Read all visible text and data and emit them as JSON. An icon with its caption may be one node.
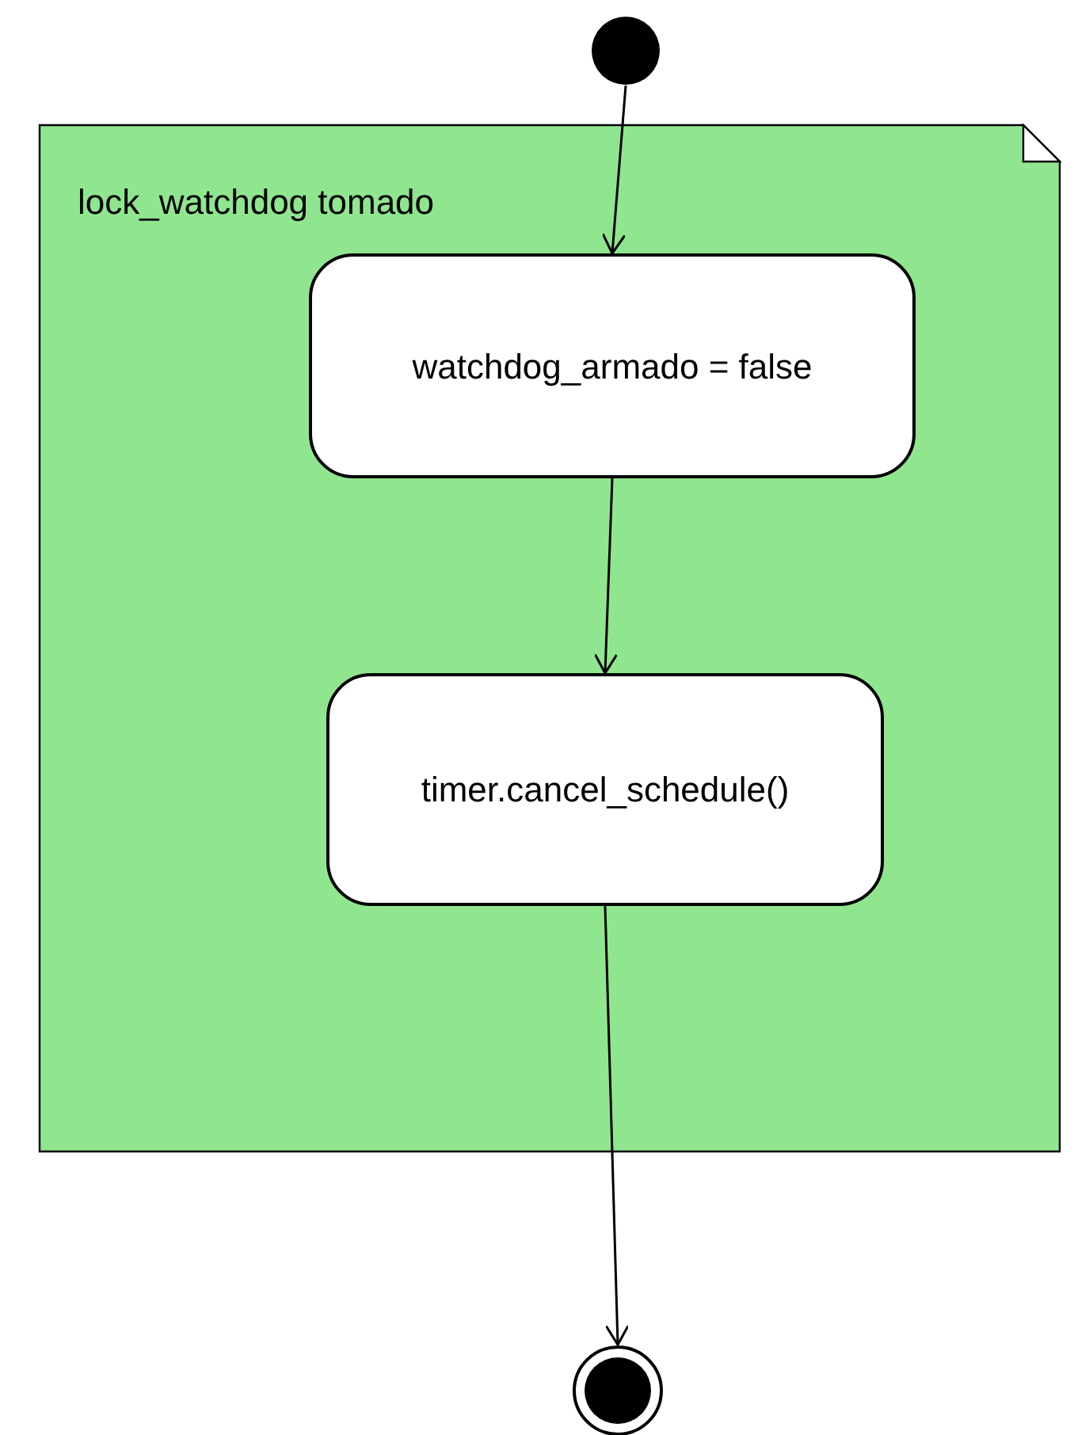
{
  "diagram": {
    "nodes": [
      {
        "text": [],
        "shape": "circle"
      },
      {
        "text": [
          "lock_watchdog tomado"
        ]
      },
      {
        "text": [
          "watchdog_armado = false"
        ],
        "in": 1
      },
      {
        "text": [
          "timer.cancel_schedule()"
        ],
        "in": 1
      },
      {
        "text": [],
        "shape": "circle"
      }
    ],
    "edges": [
      {
        "from": 0,
        "to": 2,
        "arrow": "to"
      },
      {
        "from": 2,
        "to": 3,
        "arrow": "to"
      },
      {
        "from": 3,
        "to": 4,
        "arrow": "to"
      }
    ]
  }
}
